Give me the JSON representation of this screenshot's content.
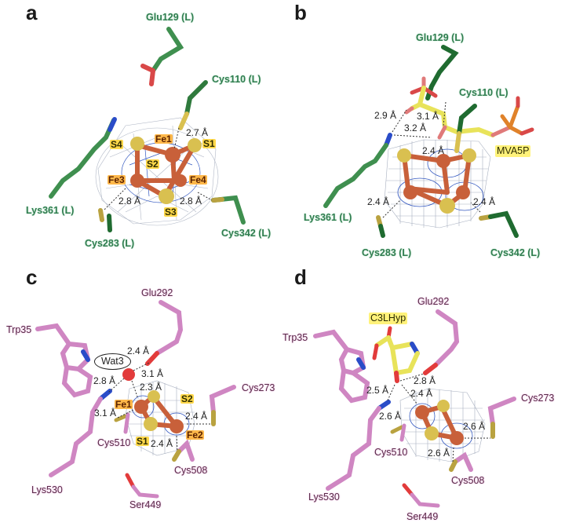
{
  "figure": {
    "panels": [
      {
        "letter": "a",
        "residues": [
          "Glu129 (L)",
          "Cys110 (L)",
          "Lys361 (L)",
          "Cys283 (L)",
          "Cys342 (L)"
        ],
        "atoms": [
          "Fe1",
          "S1",
          "S2",
          "S3",
          "S4",
          "Fe3",
          "Fe4"
        ],
        "distances": [
          "2.7 Å",
          "2.8 Å",
          "2.8 Å"
        ]
      },
      {
        "letter": "b",
        "residues": [
          "Glu129 (L)",
          "Cys110 (L)",
          "Lys361 (L)",
          "Cys283 (L)",
          "Cys342 (L)"
        ],
        "ligand": "MVA5P",
        "distances": [
          "2.9 Å",
          "3.1 Å",
          "3.2 Å",
          "2.4 Å",
          "2.4 Å",
          "2.4 Å"
        ]
      },
      {
        "letter": "c",
        "residues": [
          "Glu292",
          "Trp35",
          "Cys273",
          "Cys510",
          "Cys508",
          "Lys530",
          "Ser449"
        ],
        "water": "Wat3",
        "atoms": [
          "Fe1",
          "Fe2",
          "S1",
          "S2"
        ],
        "distances": [
          "2.4 Å",
          "3.1 Å",
          "2.8 Å",
          "2.3 Å",
          "3.1 Å",
          "2.4 Å",
          "2.4 Å"
        ]
      },
      {
        "letter": "d",
        "residues": [
          "Glu292",
          "Trp35",
          "Cys273",
          "Cys510",
          "Cys508",
          "Lys530",
          "Ser449"
        ],
        "ligand": "C3LHyp",
        "distances": [
          "2.8 Å",
          "2.5 Å",
          "2.4 Å",
          "2.6 Å",
          "2.6 Å",
          "2.6 Å"
        ]
      }
    ],
    "colors": {
      "green_residue": "#3f8f4f",
      "dark_green_residue": "#1f6b30",
      "pink_residue": "#cf86c2",
      "ligand_yellow": "#e8e35a",
      "iron": "#c8603a",
      "sulfur": "#d9c050",
      "oxygen": "#e23b3b",
      "nitrogen": "#2a4cc8",
      "phosphorus": "#e0822a",
      "mesh_grey": "#9aa3b5",
      "mesh_blue": "#2f55b8"
    }
  }
}
